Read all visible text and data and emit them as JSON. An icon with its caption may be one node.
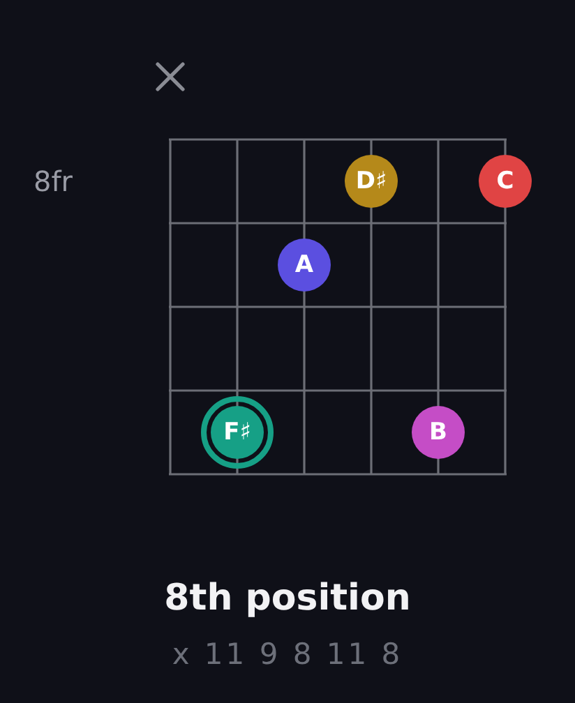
{
  "diagram": {
    "title": "8th position",
    "caption": "x 11 9 8 11 8",
    "nodes": [
      {
        "text": [
          "D♯"
        ]
      },
      {
        "text": [
          "C"
        ]
      },
      {
        "text": [
          "A"
        ]
      },
      {
        "text": [
          "F♯"
        ]
      },
      {
        "text": [
          "B"
        ]
      }
    ],
    "labels": [
      "8fr"
    ]
  }
}
